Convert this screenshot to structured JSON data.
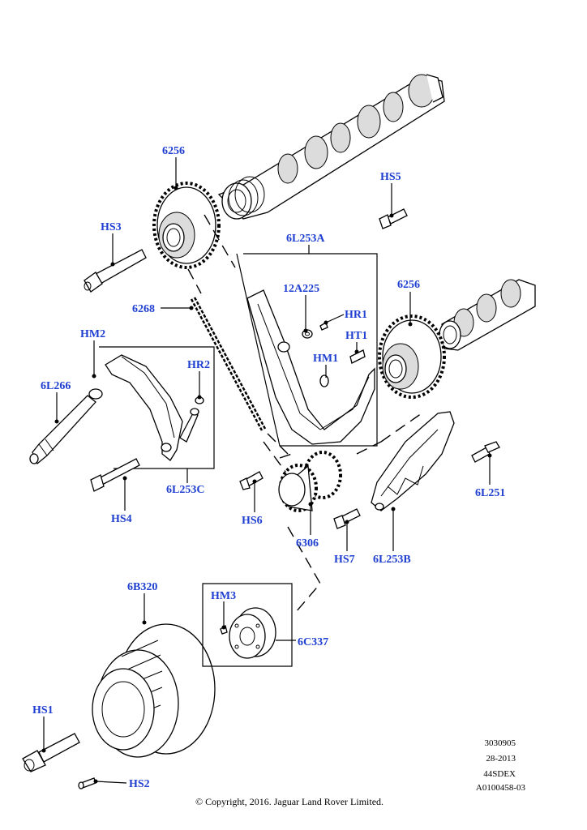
{
  "labels": {
    "p6256a": "6256",
    "hs5": "HS5",
    "hs3": "HS3",
    "p6l253a": "6L253A",
    "p12a225": "12A225",
    "p6256b": "6256",
    "hr1": "HR1",
    "p6268": "6268",
    "hm2": "HM2",
    "ht1": "HT1",
    "hm1": "HM1",
    "hr2": "HR2",
    "p6l266": "6L266",
    "p6l253c": "6L253C",
    "hs4": "HS4",
    "hs6": "HS6",
    "p6l251": "6L251",
    "p6306": "6306",
    "hs7": "HS7",
    "p6l253b": "6L253B",
    "p6b320": "6B320",
    "hm3": "HM3",
    "p6c337": "6C337",
    "hs1": "HS1",
    "hs2": "HS2"
  },
  "meta": {
    "line1": "3030905",
    "line2": "28-2013",
    "line3": "44SDEX",
    "line4": "A0100458-03"
  },
  "copyright": "© Copyright, 2016. Jaguar Land Rover Limited."
}
